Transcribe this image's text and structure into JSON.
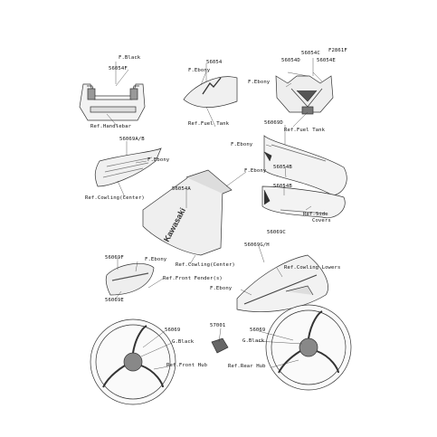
{
  "diagram_code": "F2861F",
  "labels": {
    "f_black_top": "F.Black",
    "p56054f": "56054F",
    "ref_handlebar": "Ref.Handlebar",
    "p56054": "56054",
    "f_ebony_tank": "F.Ebony",
    "ref_fuel_tank_1": "Ref.Fuel Tank",
    "p56054c": "56054C",
    "p56054d": "56054D",
    "p56054e": "56054E",
    "f_ebony_tank2": "F.Ebony",
    "ref_fuel_tank_2": "Ref.Fuel Tank",
    "p56069d": "56069D",
    "f_ebony_side": "F.Ebony",
    "p56054b_1": "56054B",
    "p56069ab": "56069A/B",
    "f_ebony_ab": "F.Ebony",
    "ref_cowling_center_1": "Ref.Cowling(Center)",
    "f_ebony_a": "F.Ebony",
    "p56054a": "56054A",
    "p56054b_2": "56054B",
    "ref_side_covers_1": "Ref.Side",
    "ref_side_covers_2": "Covers",
    "p56069c": "56069C",
    "p56069gh": "56069G/H",
    "ref_cowling_lowers": "Ref.Cowling Lowers",
    "p56069f": "56069F",
    "f_ebony_fender": "F.Ebony",
    "ref_cowling_center_2": "Ref.Cowling(Center)",
    "f_ebony_lower": "F.Ebony",
    "ref_front_fender": "Ref.Front Fender(s)",
    "p56069e": "56069E",
    "p56069_1": "56069",
    "g_black_1": "G.Black",
    "ref_front_hub": "Ref.Front Hub",
    "p57001": "57001",
    "p56069_2": "56069",
    "g_black_2": "G.Black",
    "ref_rear_hub": "Ref.Rear Hub"
  }
}
